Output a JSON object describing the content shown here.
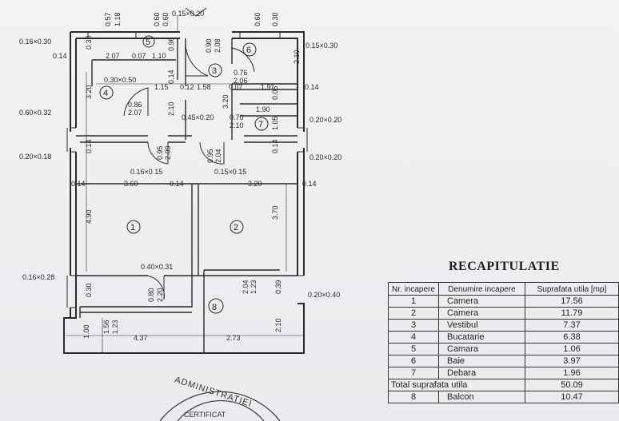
{
  "plan": {
    "dimensions": {
      "d057": "0.57",
      "d118": "1.18",
      "d060a": "0.60",
      "d060b": "0.60",
      "d015x020": "0.15×0.20",
      "d060c": "0.60",
      "d030a": "0.30",
      "d016x030": "0.16×0.30",
      "d014a": "0.14",
      "d030b": "0.30",
      "d207": "2.07",
      "d007": "0.07",
      "d110": "1.10",
      "d096": "0.96",
      "d090": "0.90",
      "d208": "2.08",
      "d015x030": "0.15×0.30",
      "d210a": "2.10",
      "d030x050": "0.30×0.50",
      "d115": "1.15",
      "d012": "0.12",
      "d158": "1.58",
      "d076": "0.76",
      "d206": "2.06",
      "d007b": "0.07",
      "d191": "1.91",
      "d014b": "0.14",
      "d320a": "3.20",
      "d014c": "0.14",
      "d086": "0.86",
      "d207b": "2.07",
      "d210b": "2.10",
      "d320b": "3.20",
      "d005": "0.05",
      "d190": "1.90",
      "d060x032": "0.60×0.32",
      "d045x020": "0.45×0.20",
      "d070": "0.70",
      "d210c": "2.10",
      "d105": "1.05",
      "d020x020a": "0.20×0.20",
      "d020x018": "0.20×0.18",
      "d014d": "0.14",
      "d095a": "0.95",
      "d209": "2.09",
      "d095b": "0.95",
      "d204": "2.04",
      "d014e": "0.14",
      "d020x020b": "0.20×0.20",
      "d016x015": "0.16×0.15",
      "d015x015": "0.15×0.15",
      "d014f": "0.14",
      "d360": "3.60",
      "d014g": "0.14",
      "d320c": "3.20",
      "d014h": "0.14",
      "d490": "4.90",
      "d370": "3.70",
      "d040x031": "0.40×0.31",
      "d016x028": "0.16×0.28",
      "d030c": "0.30",
      "d080": "0.80",
      "d220": "2.20",
      "d204b": "2.04",
      "d123a": "1.23",
      "d039": "0.39",
      "d020x040": "0.20×0.40",
      "d100": "1.00",
      "d156": "1.56",
      "d123b": "1.23",
      "d437": "4.37",
      "d273": "2.73",
      "d210d": "2.10"
    },
    "rooms": {
      "r1": "1",
      "r2": "2",
      "r3": "3",
      "r4": "4",
      "r5": "5",
      "r6": "6",
      "r7": "7",
      "r8": "8"
    }
  },
  "recap": {
    "title": "RECAPITULATIE",
    "headers": {
      "nr": "Nr. incapere",
      "name": "Denumire incapere",
      "area": "Suprafata utila [mp]"
    },
    "rows": [
      {
        "nr": "1",
        "name": "Camera",
        "area": "17.56"
      },
      {
        "nr": "2",
        "name": "Camera",
        "area": "11.79"
      },
      {
        "nr": "3",
        "name": "Vestibul",
        "area": "7.37"
      },
      {
        "nr": "4",
        "name": "Bucatarie",
        "area": "6.38"
      },
      {
        "nr": "5",
        "name": "Camara",
        "area": "1.06"
      },
      {
        "nr": "6",
        "name": "Baie",
        "area": "3.97"
      },
      {
        "nr": "7",
        "name": "Debara",
        "area": "1.96"
      }
    ],
    "total": {
      "label": "Total suprafata utila",
      "area": "50.09"
    },
    "balcony": {
      "nr": "8",
      "name": "Balcon",
      "area": "10.47"
    }
  },
  "stamp": {
    "text": "ADMINISTRATIEI",
    "sub": "CERTIFICAT"
  }
}
